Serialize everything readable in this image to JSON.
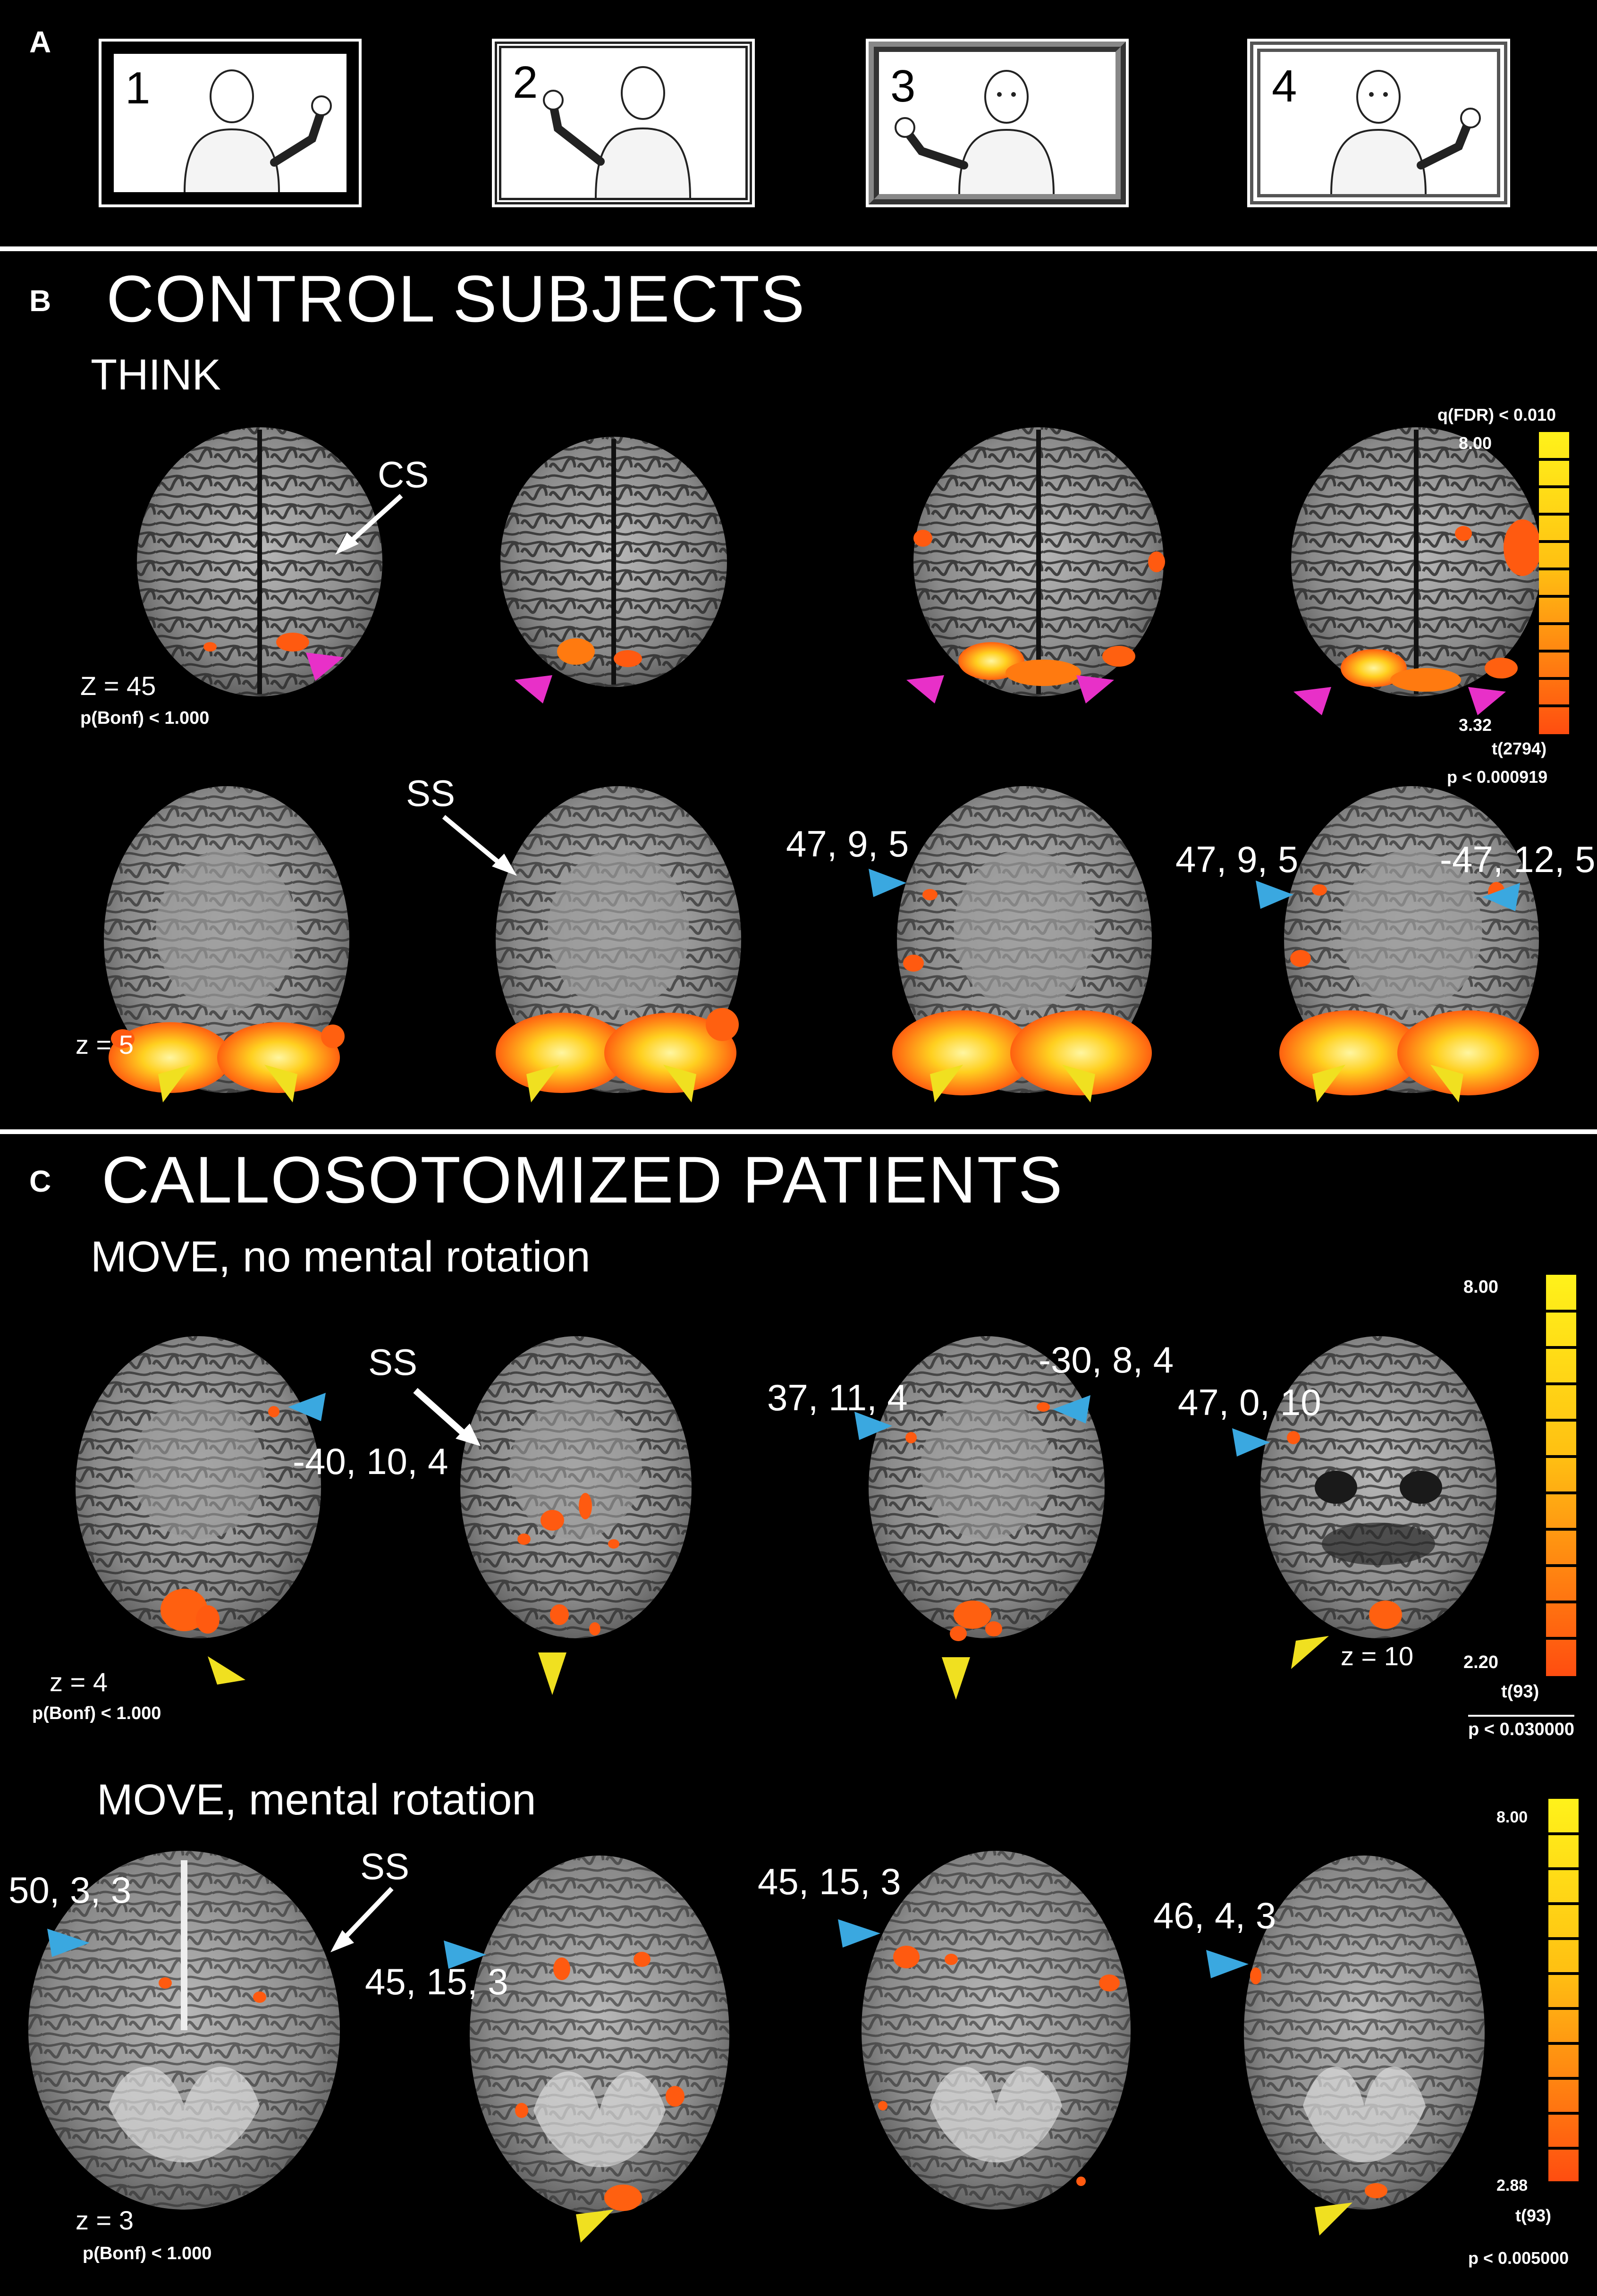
{
  "panelA": {
    "letter": "A",
    "frames": [
      {
        "num": "1",
        "border": "thick"
      },
      {
        "num": "2",
        "border": "double"
      },
      {
        "num": "3",
        "border": "grey"
      },
      {
        "num": "4",
        "border": "striped"
      }
    ]
  },
  "panelB": {
    "letter": "B",
    "title": "CONTROL SUBJECTS",
    "subtitle": "THINK",
    "cs": "CS",
    "ss": "SS",
    "z_top": "Z = 45",
    "pbonf": "p(Bonf) < 1.000",
    "z_bottom": "z = 5",
    "coord_1": "47, 9, 5",
    "coord_2": "47, 9, 5",
    "coord_3": "-47, 12, 5",
    "scale": {
      "qfdr": "q(FDR) < 0.010",
      "max": "8.00",
      "min": "3.32",
      "df": "t(2794)",
      "p": "p < 0.000919"
    }
  },
  "panelC": {
    "letter": "C",
    "title": "CALLOSOTOMIZED PATIENTS",
    "sub1": "MOVE, no mental rotation",
    "sub2": "MOVE, mental rotation",
    "ss1": "SS",
    "ss2": "SS",
    "row1": {
      "coord_a": "-40, 10, 4",
      "coord_b": "37, 11, 4",
      "coord_c": "-30, 8, 4",
      "coord_d": "47, 0, 10",
      "z_left": "z = 4",
      "z_right": "z = 10",
      "pbonf": "p(Bonf) < 1.000",
      "scale": {
        "max": "8.00",
        "min": "2.20",
        "df": "t(93)",
        "p": "p < 0.030000"
      }
    },
    "row2": {
      "coord_a": "50, 3, 3",
      "coord_b": "45, 15, 3",
      "coord_c": "45, 15, 3",
      "coord_d": "46, 4, 3",
      "z_left": "z = 3",
      "pbonf": "p(Bonf) < 1.000",
      "scale": {
        "max": "8.00",
        "min": "2.88",
        "df": "t(93)",
        "p": "p < 0.005000"
      }
    }
  },
  "colors": {
    "pink": "#e830c8",
    "cyan": "#3aa8e0",
    "yellow": "#f0e020",
    "act_orange": "#ff5a10",
    "act_yellow": "#ffe040"
  }
}
